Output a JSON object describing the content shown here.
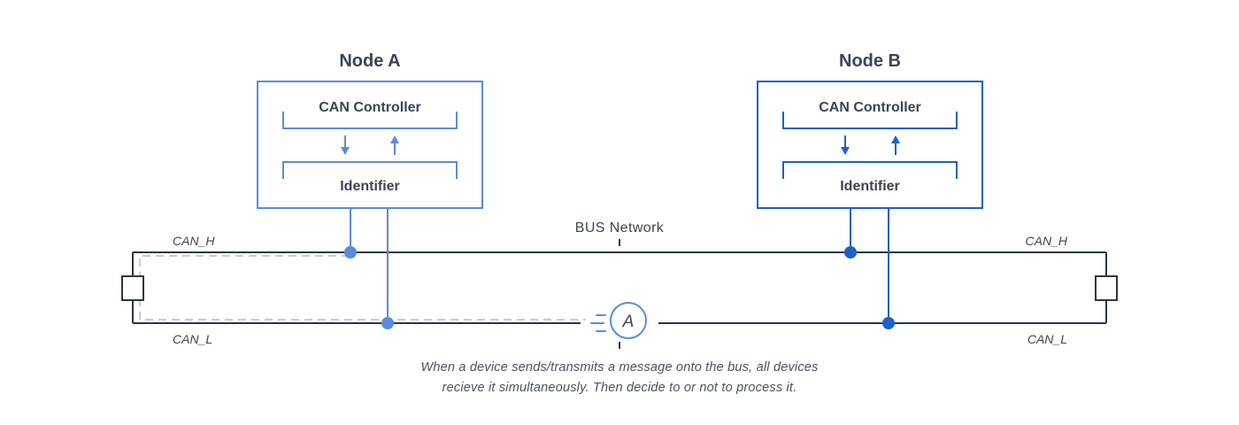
{
  "colors": {
    "node_a": "#5b8bdb",
    "node_b": "#1f5fc9",
    "bus": "#2c3546",
    "dashed": "#c8ccd2",
    "text": "#3c4452"
  },
  "node_a": {
    "title": "Node A",
    "controller": "CAN Controller",
    "identifier": "Identifier"
  },
  "node_b": {
    "title": "Node B",
    "controller": "CAN Controller",
    "identifier": "Identifier"
  },
  "bus": {
    "label": "BUS Network",
    "can_h_left": "CAN_H",
    "can_h_right": "CAN_H",
    "can_l_left": "CAN_L",
    "can_l_right": "CAN_L"
  },
  "message": {
    "letter": "A"
  },
  "caption": {
    "line1": "When a device sends/transmits a message onto the bus, all devices",
    "line2": "recieve it simultaneously. Then decide to or not to process it."
  }
}
